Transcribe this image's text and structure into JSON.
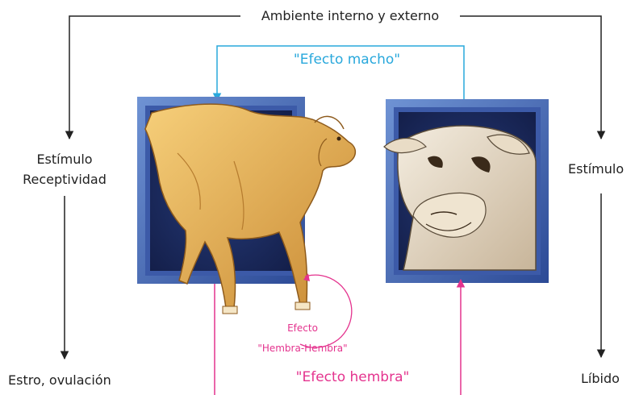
{
  "labels": {
    "environment": "Ambiente interno y externo",
    "male_effect": "\"Efecto macho\"",
    "female_stimulus": "Estímulo",
    "female_receptivity": "Receptividad",
    "male_stimulus": "Estímulo",
    "female_outcome": "Estro, ovulación",
    "male_outcome": "Líbido",
    "female_female_effect_line1": "Efecto",
    "female_female_effect_line2": "\"Hembra-Hembra\"",
    "female_effect": "\"Efecto hembra\""
  },
  "images": {
    "female": "ewe-illustration",
    "male": "ram-illustration"
  },
  "colors": {
    "arrow_black": "#222222",
    "male_effect": "#29a8dc",
    "female_effect": "#e4338e",
    "frame_dark": "#1a2a60",
    "frame_light": "#5a7ec4"
  }
}
